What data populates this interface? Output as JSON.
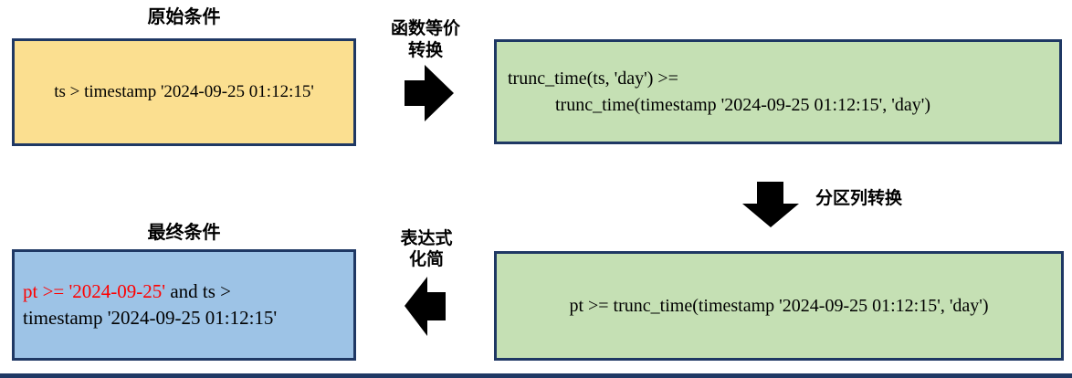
{
  "nodes": {
    "original": {
      "title": "原始条件",
      "code": "ts > timestamp '2024-09-25 01:12:15'",
      "fill": "#FBDF90"
    },
    "func_equiv": {
      "code_line1": "trunc_time(ts, 'day') >=",
      "code_line2": "trunc_time(timestamp '2024-09-25 01:12:15', 'day')",
      "fill": "#C5E0B4"
    },
    "partition": {
      "code": "pt >= trunc_time(timestamp '2024-09-25 01:12:15', 'day')",
      "fill": "#C5E0B4"
    },
    "final": {
      "title": "最终条件",
      "code_red_part": "pt >= '2024-09-25'",
      "code_line1_rest": " and ts >",
      "code_line2": "timestamp '2024-09-25 01:12:15'",
      "fill": "#9DC3E6",
      "highlight_color": "#FF0000"
    }
  },
  "arrows": {
    "func_equiv": {
      "label_line1": "函数等价",
      "label_line2": "转换"
    },
    "partition": {
      "label": "分区列转换"
    },
    "simplify": {
      "label_line1": "表达式",
      "label_line2": "化简"
    },
    "color": "#000000"
  },
  "border_color": "#1F3864"
}
